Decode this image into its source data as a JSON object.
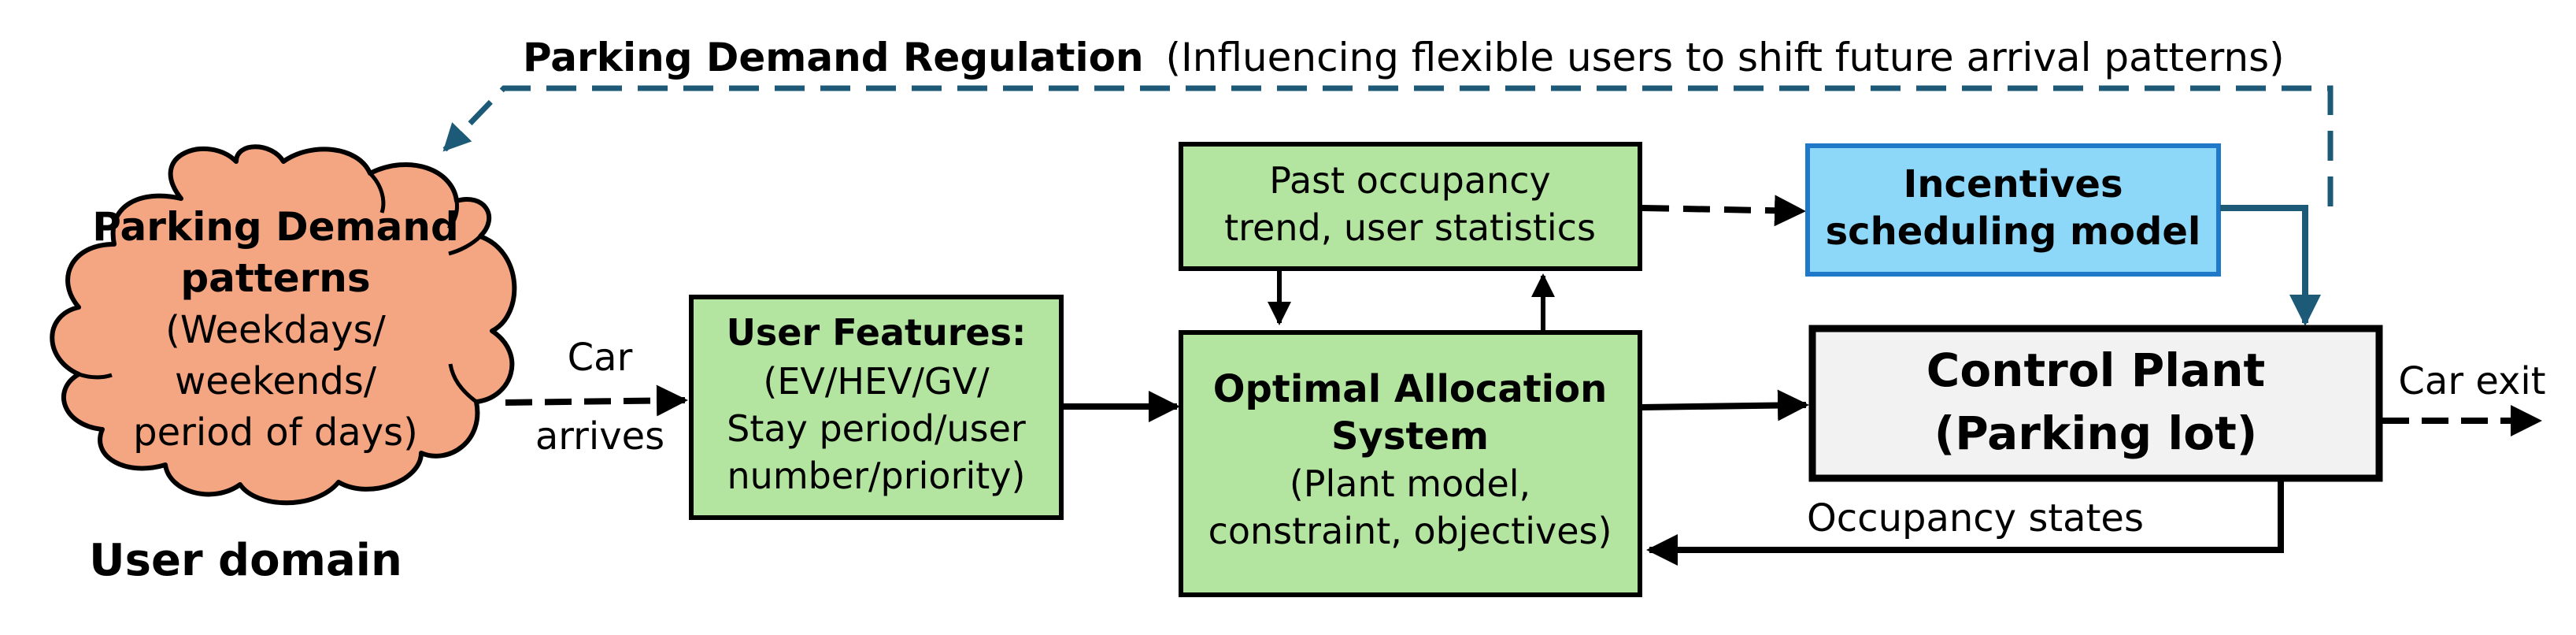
{
  "regulation": {
    "title": "Parking Demand Regulation",
    "subtitle": "(Influencing flexible users to shift future arrival patterns)"
  },
  "cloud": {
    "line1": "Parking Demand",
    "line2": "patterns",
    "line3": "(Weekdays/",
    "line4": "weekends/",
    "line5": "period of days)"
  },
  "user_domain": "User domain",
  "car_arrives": {
    "line1": "Car",
    "line2": "arrives"
  },
  "user_features": {
    "title": "User Features:",
    "line1": "(EV/HEV/GV/",
    "line2": "Stay period/user",
    "line3": "number/priority)"
  },
  "past_occupancy": {
    "line1": "Past occupancy",
    "line2": "trend, user statistics"
  },
  "incentives": {
    "line1": "Incentives",
    "line2": "scheduling model"
  },
  "allocation": {
    "title1": "Optimal Allocation",
    "title2": "System",
    "line1": "(Plant model,",
    "line2": "constraint, objectives)"
  },
  "control_plant": {
    "line1": "Control Plant",
    "line2": "(Parking lot)"
  },
  "car_exit": "Car exit",
  "occupancy_states": "Occupancy states",
  "colors": {
    "green": "#b3e5a0",
    "blue": "#8dd8f8",
    "blue_border": "#1f78c8",
    "orange": "#f4a582",
    "grey": "#f2f2f2",
    "dashed_teal": "#1d5a78"
  }
}
